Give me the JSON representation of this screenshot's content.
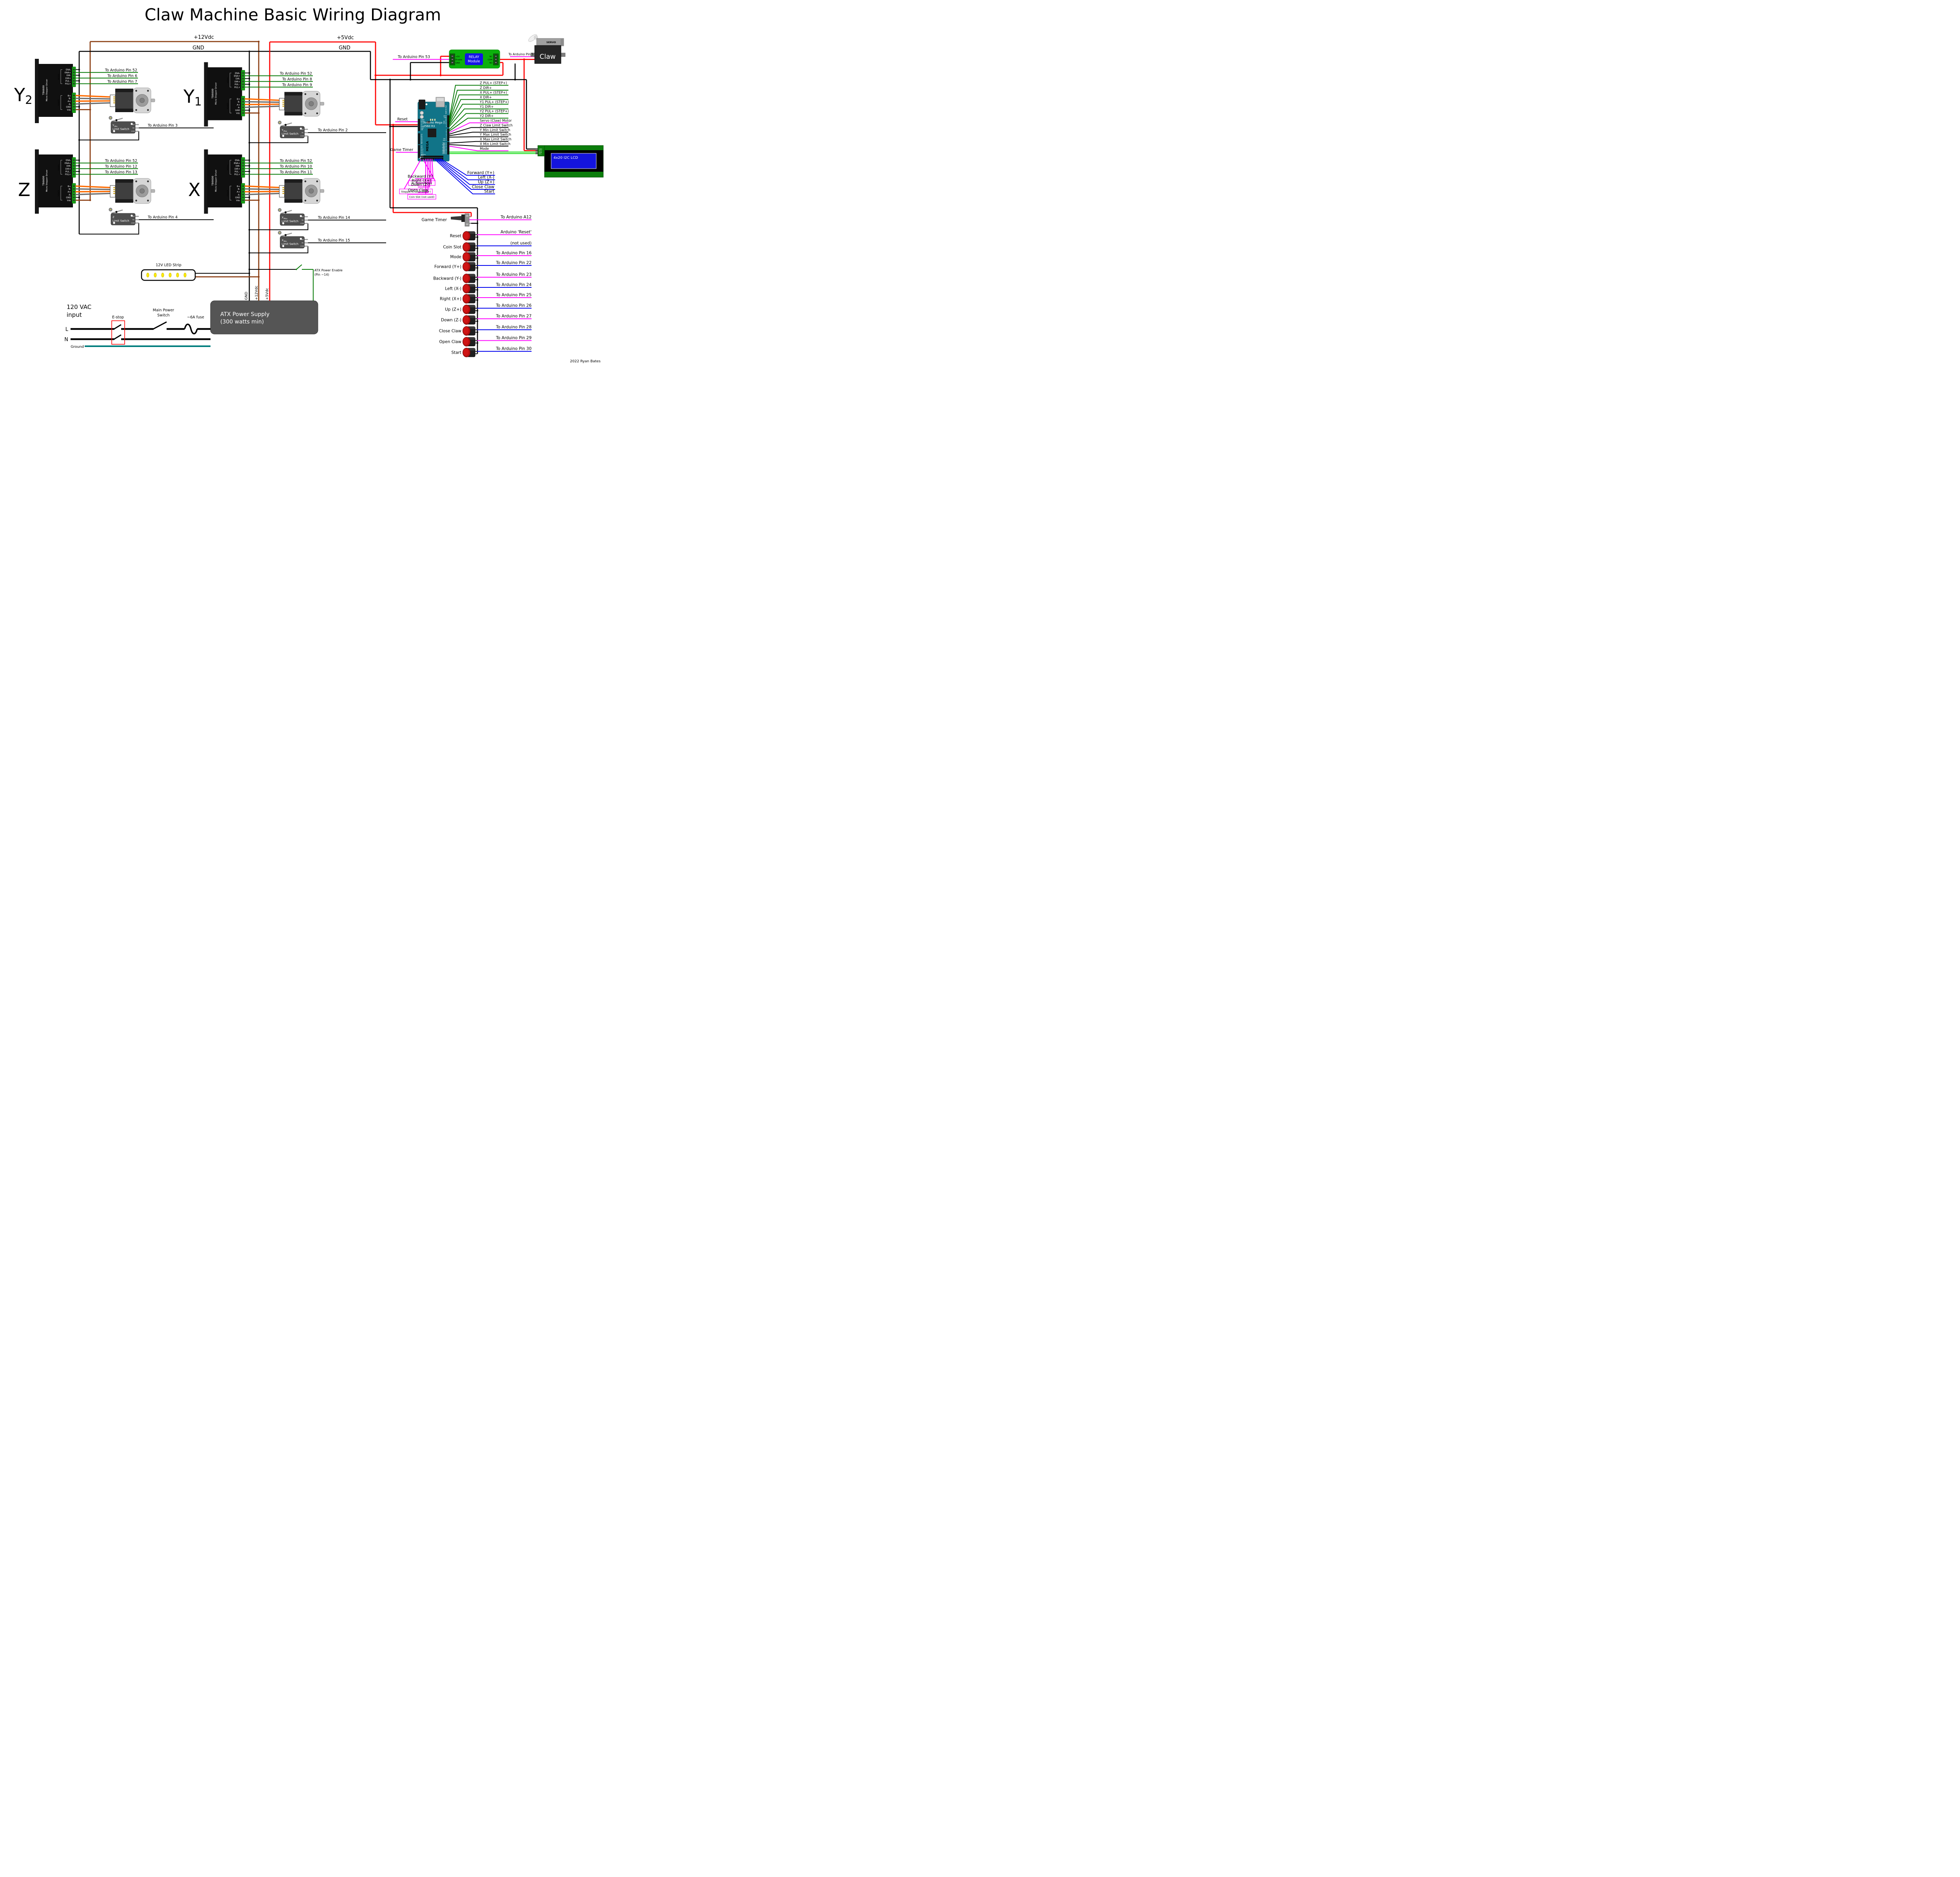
{
  "title": "Claw Machine Basic Wiring Diagram",
  "credit": "2022 Ryan Bates",
  "rails": {
    "v12": "+12Vdc",
    "gnd_left": "GND",
    "v5": "+5Vdc",
    "gnd_right": "GND",
    "gnd_vert": "GND",
    "v12_vert": "+12Vdc",
    "v5_vert": "+5Vdc"
  },
  "driver_template": {
    "name1": "TB6600",
    "name2": "Micro Stepper Driver",
    "signal": "SIGNAL",
    "power": "POWER",
    "signal_pins": [
      "ENA-",
      "ENA+",
      "DIR-",
      "DIR+",
      "PUL -",
      "PUL+"
    ],
    "power_pins": [
      "B+",
      "B-",
      "A+",
      "A-",
      "GND",
      "Vdc"
    ]
  },
  "drivers": [
    {
      "axis": "Y",
      "axis_sub": "2",
      "wires": [
        "To Arduino Pin 52",
        "To Arduino Pin 6",
        "To Arduino Pin 7"
      ]
    },
    {
      "axis": "Y",
      "axis_sub": "1",
      "wires": [
        "To Arduino Pin 52",
        "To Arduino Pin 8",
        "To Arduino Pin 9"
      ]
    },
    {
      "axis": "Z",
      "axis_sub": "",
      "wires": [
        "To Arduino Pin 52",
        "To Arduino Pin 12",
        "To Arduino Pin 13"
      ]
    },
    {
      "axis": "X",
      "axis_sub": "",
      "wires": [
        "To Arduino Pin 52",
        "To Arduino Pin 10",
        "To Arduino Pin 11"
      ]
    }
  ],
  "switch_pins": [
    "NO",
    "NC",
    "COM"
  ],
  "switches": [
    {
      "main": "Y",
      "sub": "Min",
      "line2": "Limit Switch",
      "wire": "To Arduino Pin 3"
    },
    {
      "main": "Y",
      "sub": "Max",
      "line2": "Limit Switch",
      "wire": "To Arduino Pin 2"
    },
    {
      "main": "Z",
      "sub": "",
      "line2": "Limit Switch",
      "wire": "To Arduino Pin 4"
    },
    {
      "main": "X",
      "sub": "Max",
      "line2": "Limit Switch",
      "wire": "To Arduino Pin 14"
    },
    {
      "main": "X",
      "sub": "Min",
      "line2": "Limit Switch",
      "wire": "To Arduino Pin 15"
    }
  ],
  "led_strip": {
    "label": "12V LED Strip"
  },
  "atx": {
    "line1": "ATX Power Supply",
    "line2": "(300 watts min)",
    "enable1": "ATX Power Enable",
    "enable2": "(Pin ~14)"
  },
  "mains": {
    "vac1": "120 VAC",
    "vac2": "input",
    "estop": "E-stop",
    "sw1": "Main Power",
    "sw2": "Switch",
    "fuse": "~6A fuse",
    "l": "L",
    "n": "N",
    "ground": "Ground"
  },
  "relay": {
    "l1": "RELAY",
    "l2": "Module",
    "pins_left": [
      "+5V",
      "Enable",
      "GND"
    ],
    "pins_right": [
      "NC",
      "COM",
      "NO"
    ],
    "wire": "To Arduino Pin 53"
  },
  "servo": {
    "brand": "SERVO",
    "claw": "Claw",
    "wire": "To Arduino Pin 5"
  },
  "lcd": {
    "text": "4x20 I2C LCD",
    "pins": [
      "GND",
      "VCC",
      "SDA",
      "SCL"
    ]
  },
  "arduino": {
    "board1": "Arduino Mega",
    "board2": "2560 R3",
    "mega": "MEGA",
    "made": "MADE IN ITALY",
    "digital": "DIGITAL",
    "reset": "Reset",
    "game_timer": "Game Timer",
    "pins_power": [
      "IOREF",
      "RESET",
      "3V3",
      "5V",
      "GND",
      "GND",
      "VIN"
    ],
    "pins_a1": [
      "A0",
      "A1",
      "A2",
      "A3",
      "A4",
      "A5",
      "A6",
      "A7"
    ],
    "pins_a2": [
      "A8",
      "A9",
      "A10",
      "A11",
      "A12",
      "A13",
      "A14",
      "A15"
    ],
    "pins_r1": [
      "AREF",
      "GND",
      "13",
      "12",
      "11",
      "10",
      "9",
      "8"
    ],
    "pins_r2": [
      "7",
      "6",
      "5",
      "4",
      "3",
      "2"
    ],
    "pins_r3": [
      "TX0 1",
      "RX0 0"
    ],
    "pins_comm": [
      "TX3 14",
      "RX3 15",
      "TX2 16",
      "RX2 17",
      "TX1 18",
      "RX1 19",
      "SDA 20",
      "SCL 21"
    ],
    "grp_power": "POWER",
    "grp_analog": "ANALOG IN",
    "grp_pwm": "PWM",
    "grp_comm": "COMMUNICATION"
  },
  "fan": {
    "right": [
      "Z PUL+ (STEP+)",
      "Z DIR+",
      "X PUL+ (STEP+)",
      "X DIR+",
      "Y1 PUL+ (STEP+)",
      "Y1 DIR+",
      "Y2 PUL+ (STEP+)",
      "Y2 DIR+",
      "Servo (Claw) Motor",
      "Z Claw Limit Switch",
      "Y Min Limit Switch",
      "Y Max Limit Switch",
      "X Max Limit Switch",
      "X Min Limit Switch",
      "Mode"
    ],
    "blue": [
      "Forward (Y+)",
      "Left (X-)",
      "Up (Z+)",
      "Close Claw",
      "Start"
    ],
    "magenta": [
      "Backward (Y-)",
      "Right (X+)",
      "Down (Z-)",
      "Open Claw"
    ],
    "boxed": [
      "To Servo Relay",
      "Stepper Enable (ENA+)",
      "Coin Slot (not used)"
    ]
  },
  "controls": {
    "pot_label": "Game Timer",
    "pot_wire": "To Arduino A12",
    "buttons": [
      {
        "label": "Reset",
        "wire": "Arduino 'Reset'"
      },
      {
        "label": "Coin Slot",
        "wire": "(not used)"
      },
      {
        "label": "Mode",
        "wire": "To Arduino Pin 16"
      },
      {
        "label": "Forward (Y+)",
        "wire": "To Arduino Pin 22"
      },
      {
        "label": "Backward (Y-)",
        "wire": "To Arduino Pin 23"
      },
      {
        "label": "Left (X-)",
        "wire": "To Arduino Pin 24"
      },
      {
        "label": "Right (X+)",
        "wire": "To Arduino Pin 25"
      },
      {
        "label": "Up (Z+)",
        "wire": "To Arduino Pin 26"
      },
      {
        "label": "Down (Z-)",
        "wire": "To Arduino Pin 27"
      },
      {
        "label": "Close Claw",
        "wire": "To Arduino Pin 28"
      },
      {
        "label": "Open Claw",
        "wire": "To Arduino Pin 29"
      },
      {
        "label": "Start",
        "wire": "To Arduino Pin 30"
      }
    ]
  }
}
